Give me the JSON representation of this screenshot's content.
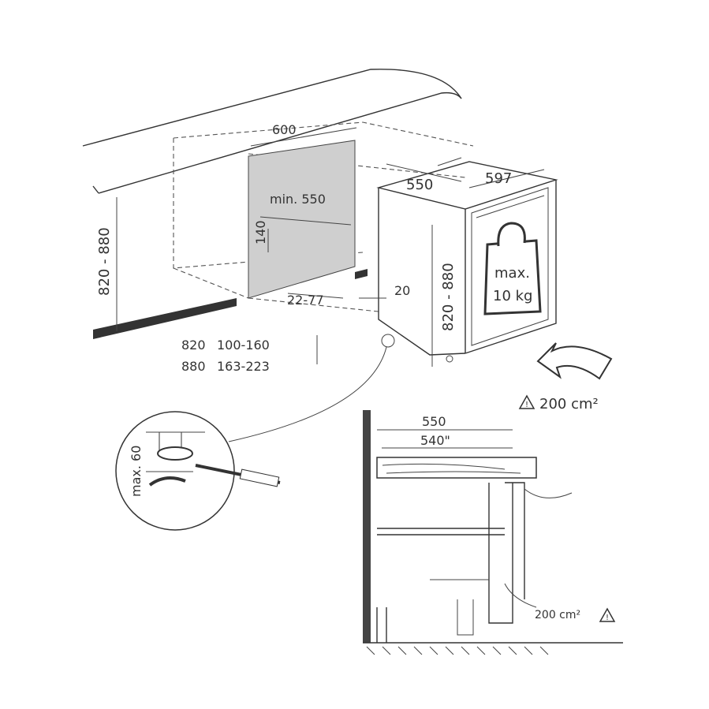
{
  "title": "Under-counter appliance installation dimensions",
  "dimensions": {
    "niche_width": "600",
    "niche_min_depth": "min. 550",
    "vent_height": "140",
    "panel_offset": "22-77",
    "gap": "20",
    "appliance_depth": "550",
    "appliance_width": "597",
    "niche_height": "820 - 880",
    "appliance_height": "820 - 880",
    "load_label_line1": "max.",
    "load_label_line2": "10 kg",
    "plinth_table": [
      {
        "height": "820",
        "range": "100-160"
      },
      {
        "height": "880",
        "range": "163-223"
      }
    ],
    "vent_area_top": "200 cm²",
    "foot_adjust": "max. 60",
    "section_depth": "550",
    "section_inner_depth": "540\"",
    "vent_area_bottom": "200 cm²"
  },
  "colors": {
    "panel": "#cfcfcf",
    "line": "#333333"
  }
}
